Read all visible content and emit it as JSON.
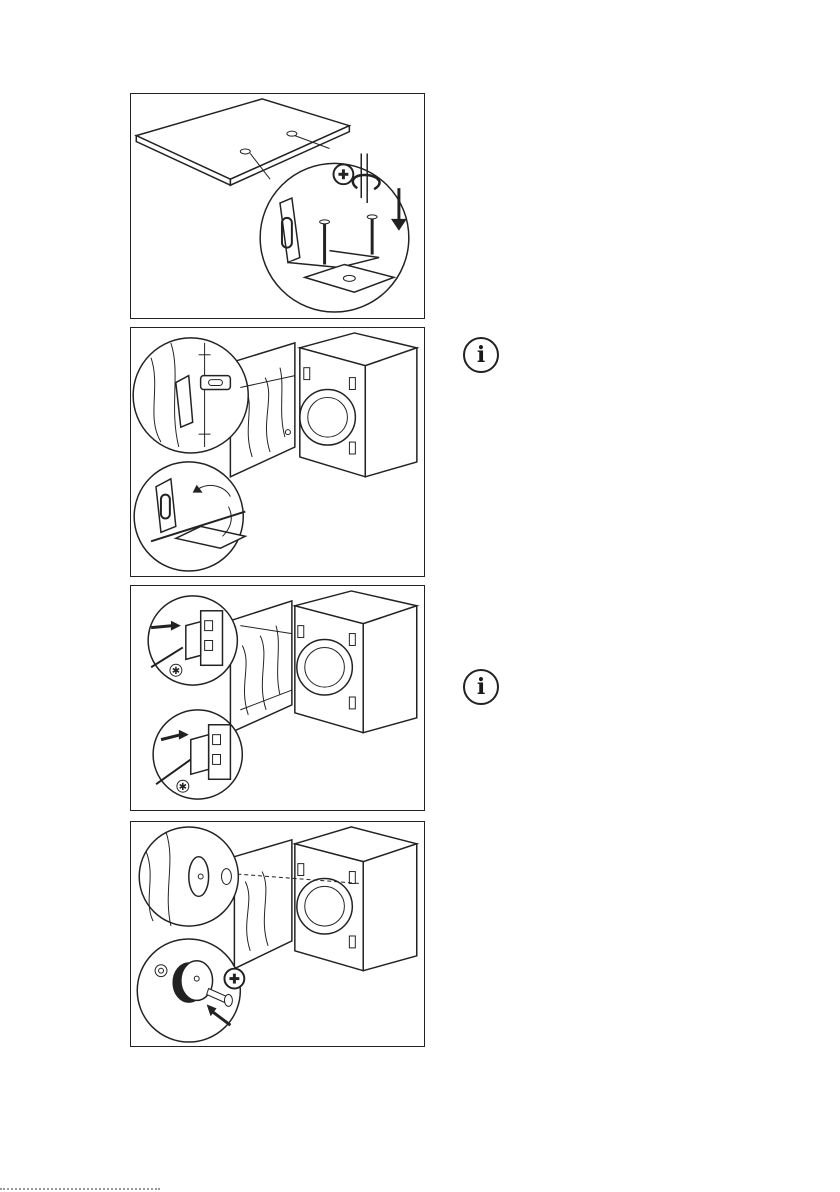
{
  "figures": [
    {
      "name": "worktop-bracket-screw-fitting"
    },
    {
      "name": "hinge-alignment-on-door"
    },
    {
      "name": "hinge-fixing-with-screwdriver"
    },
    {
      "name": "door-knob-fitting"
    }
  ],
  "notes": [
    {
      "icon": "info-icon",
      "glyph": "i"
    },
    {
      "icon": "info-icon",
      "glyph": "i"
    }
  ],
  "colors": {
    "line": "#222222",
    "background": "#ffffff"
  }
}
